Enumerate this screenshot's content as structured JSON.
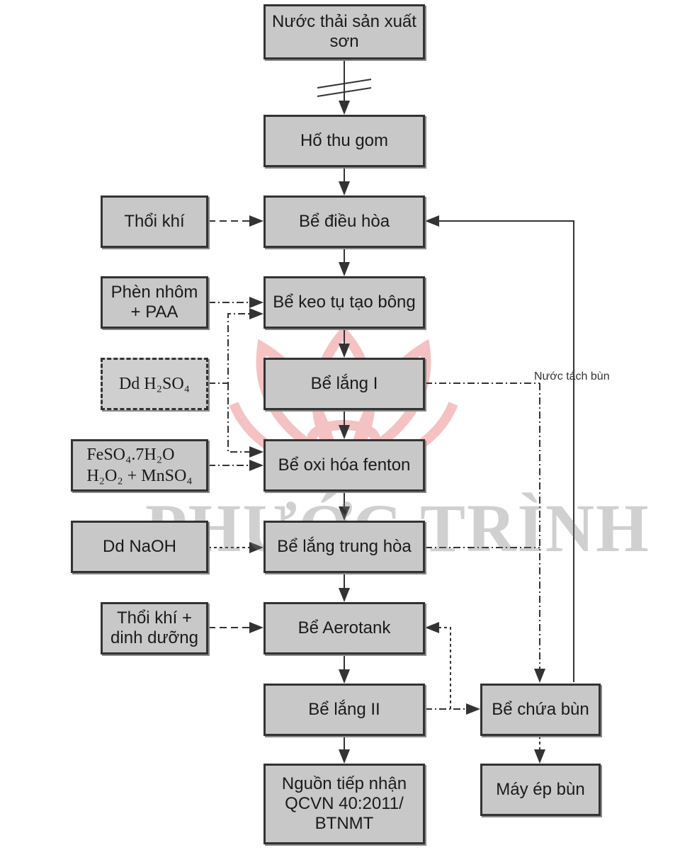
{
  "colors": {
    "box_fill": "#c8c8c8",
    "box_border": "#333333",
    "line": "#333333",
    "watermark_lotus": "#e87a7a"
  },
  "main_flow": {
    "n1": [
      "Nước thải sản xuất",
      "sơn"
    ],
    "n2": "Hố thu gom",
    "n3": "Bể điều hòa",
    "n4": "Bể keo tụ tạo bông",
    "n5": "Bể lắng I",
    "n6": "Bể oxi hóa fenton",
    "n7": "Bể lắng trung hòa",
    "n8": "Bể Aerotank",
    "n9": "Bể lắng II",
    "n10": [
      "Nguồn tiếp nhận",
      "QCVN 40:2011/",
      "BTNMT"
    ]
  },
  "inputs": {
    "air": "Thổi khí",
    "alum": [
      "Phèn nhôm",
      "+ PAA"
    ],
    "h2so4": "Dd H₂SO₄",
    "fenton": [
      "FeSO₄.7H₂O",
      "H₂O₂ + MnSO₄"
    ],
    "naoh": "Dd NaOH",
    "air_nutrient": [
      "Thổi khí +",
      "dinh dưỡng"
    ]
  },
  "sludge": {
    "tank": "Bể chứa bùn",
    "press": "Máy ép bùn",
    "return_label": "Nước tách bùn"
  },
  "watermark": {
    "text": "PHƯỚC TRÌNH",
    "logo": "lotus-logo"
  }
}
